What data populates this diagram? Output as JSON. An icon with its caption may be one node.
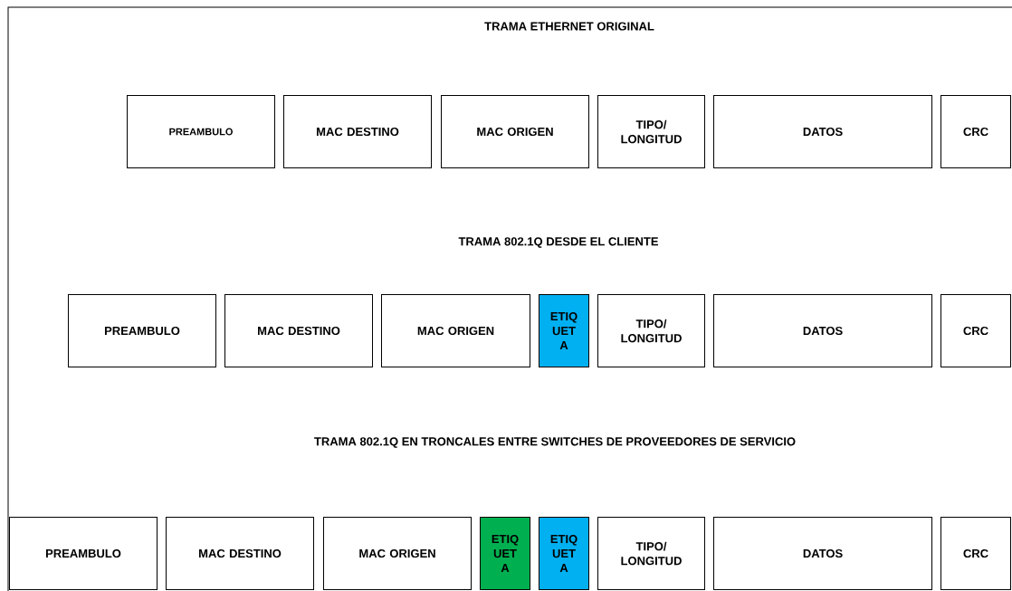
{
  "diagram": {
    "nodes": [
      {
        "text": [
          "PREAMBULO"
        ]
      },
      {
        "text": [
          "MAC DESTINO"
        ]
      },
      {
        "text": [
          "MAC ORIGEN"
        ]
      },
      {
        "text": [
          "TIPO/ LONGITUD"
        ]
      },
      {
        "text": [
          "DATOS"
        ]
      },
      {
        "text": [
          "CRC"
        ]
      },
      {
        "text": [
          "PREAMBULO"
        ]
      },
      {
        "text": [
          "MAC DESTINO"
        ]
      },
      {
        "text": [
          "MAC ORIGEN"
        ]
      },
      {
        "text": [
          "ETIQ UET A"
        ]
      },
      {
        "text": [
          "TIPO/ LONGITUD"
        ]
      },
      {
        "text": [
          "DATOS"
        ]
      },
      {
        "text": [
          "CRC"
        ]
      },
      {
        "text": [
          "PREAMBULO"
        ]
      },
      {
        "text": [
          "MAC DESTINO"
        ]
      },
      {
        "text": [
          "MAC ORIGEN"
        ]
      },
      {
        "text": [
          "ETIQ UET A"
        ]
      },
      {
        "text": [
          "ETIQ UET A"
        ]
      },
      {
        "text": [
          "TIPO/ LONGITUD"
        ]
      },
      {
        "text": [
          "DATOS"
        ]
      },
      {
        "text": [
          "CRC"
        ]
      }
    ],
    "labels": [
      "TRAMA ETHERNET ORIGINAL",
      "TRAMA 802.1Q DESDE EL CLIENTE",
      "TRAMA 802.1Q EN TRONCALES ENTRE SWITCHES DE PROVEEDORES DE SERVICIO"
    ]
  }
}
